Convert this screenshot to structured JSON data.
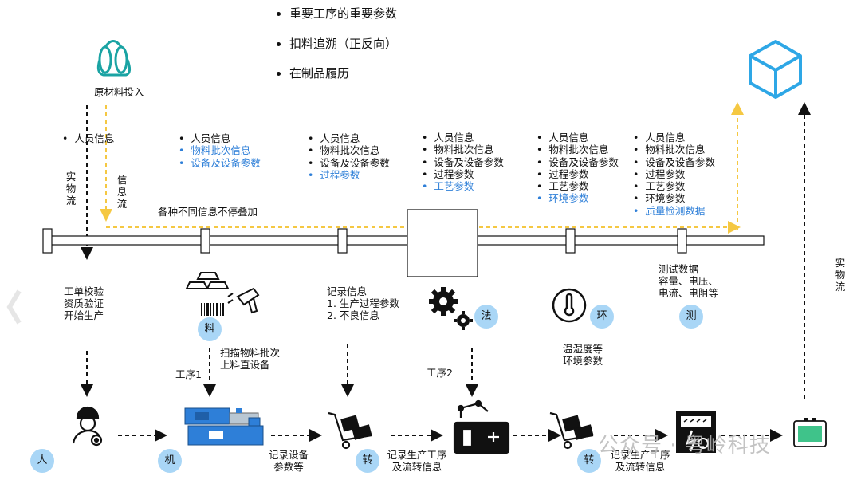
{
  "top_bullets": [
    "重要工序的重要参数",
    "扣料追溯（正反向）",
    "在制品履历"
  ],
  "raw_material_label": "原材料投入",
  "physical_flow_label": "实物流",
  "info_flow_label": "信息流",
  "overlay_label": "各种不同信息不停叠加",
  "info_columns": [
    {
      "items": [
        {
          "text": "人员信息",
          "highlight": false
        }
      ]
    },
    {
      "items": [
        {
          "text": "人员信息",
          "highlight": false
        },
        {
          "text": "物料批次信息",
          "highlight": true
        },
        {
          "text": "设备及设备参数",
          "highlight": true
        }
      ]
    },
    {
      "items": [
        {
          "text": "人员信息",
          "highlight": false
        },
        {
          "text": "物料批次信息",
          "highlight": false
        },
        {
          "text": "设备及设备参数",
          "highlight": false
        },
        {
          "text": "过程参数",
          "highlight": true
        }
      ]
    },
    {
      "items": [
        {
          "text": "人员信息",
          "highlight": false
        },
        {
          "text": "物料批次信息",
          "highlight": false
        },
        {
          "text": "设备及设备参数",
          "highlight": false
        },
        {
          "text": "过程参数",
          "highlight": false
        },
        {
          "text": "工艺参数",
          "highlight": true
        }
      ]
    },
    {
      "items": [
        {
          "text": "人员信息",
          "highlight": false
        },
        {
          "text": "物料批次信息",
          "highlight": false
        },
        {
          "text": "设备及设备参数",
          "highlight": false
        },
        {
          "text": "过程参数",
          "highlight": false
        },
        {
          "text": "工艺参数",
          "highlight": false
        },
        {
          "text": "环境参数",
          "highlight": true
        }
      ]
    },
    {
      "items": [
        {
          "text": "人员信息",
          "highlight": false
        },
        {
          "text": "物料批次信息",
          "highlight": false
        },
        {
          "text": "设备及设备参数",
          "highlight": false
        },
        {
          "text": "过程参数",
          "highlight": false
        },
        {
          "text": "工艺参数",
          "highlight": false
        },
        {
          "text": "环境参数",
          "highlight": false
        },
        {
          "text": "质量检测数据",
          "highlight": true
        }
      ]
    }
  ],
  "middle_notes": {
    "work_order": [
      "工单校验",
      "资质验证",
      "开始生产"
    ],
    "record_info": [
      "记录信息",
      "1. 生产过程参数",
      "2. 不良信息"
    ],
    "test_data": [
      "测试数据",
      "容量、电压、",
      "电流、电阻等"
    ],
    "scan_material": [
      "扫描物料批次",
      "上料直设备"
    ],
    "environment": [
      "温湿度等",
      "环境参数"
    ],
    "process1": "工序1",
    "process2": "工序2"
  },
  "bottom_notes": {
    "record_equipment": [
      "记录设备",
      "参数等"
    ],
    "record_transfer_1": [
      "记录生产工序",
      "及流转信息"
    ],
    "record_transfer_2": [
      "记录生产工序",
      "及流转信息"
    ]
  },
  "factors": {
    "material": "料",
    "method": "法",
    "environment": "环",
    "measurement": "测",
    "person": "人",
    "machine": "机",
    "transfer": "转"
  },
  "watermark": "公众号 · 粤岭科技",
  "colors": {
    "accent_blue": "#2e7fd8",
    "circle_fill": "#a9d6f6",
    "info_flow_yellow": "#f5c842",
    "teal_icon": "#1aa3a3",
    "cube_blue": "#2ea7e6"
  }
}
